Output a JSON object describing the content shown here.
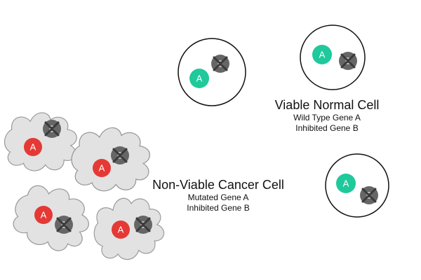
{
  "genes": {
    "a_label": "A",
    "b_label": "B",
    "normal_gene_color": "#1fc99b",
    "mutated_gene_color": "#e53935",
    "inhibited_gene_color": "#666666"
  },
  "cell_colors": {
    "normal_outline": "#111111",
    "normal_fill": "#ffffff",
    "cancer_fill": "#e2e2e2",
    "cancer_outline": "#999999"
  },
  "normal_group": {
    "title": "Viable Normal Cell",
    "line1": "Wild Type Gene A",
    "line2": "Inhibited Gene B"
  },
  "cancer_group": {
    "title": "Non-Viable Cancer Cell",
    "line1": "Mutated Gene A",
    "line2": "Inhibited Gene B"
  }
}
